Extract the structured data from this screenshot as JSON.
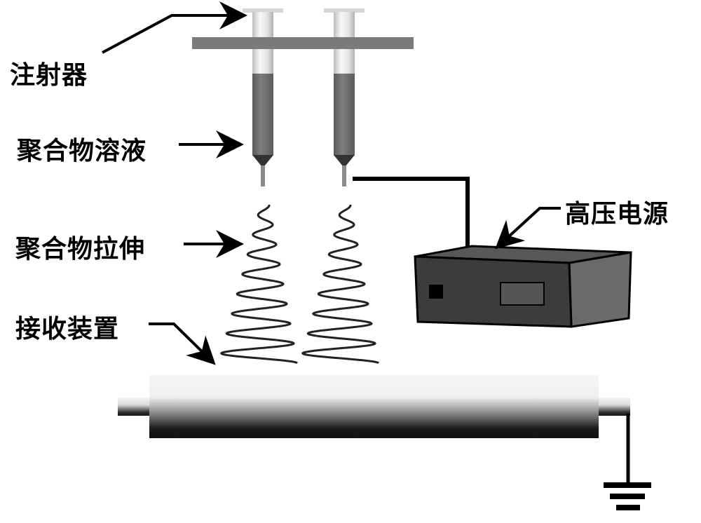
{
  "title": "Electrospinning apparatus schematic",
  "labels": {
    "syringe": "注射器",
    "polymer_solution": "聚合物溶液",
    "polymer_stretch": "聚合物拉伸",
    "collector": "接收装置",
    "high_voltage_supply": "高压电源"
  },
  "components": {
    "syringe_count": 2,
    "spiral_turns": 8
  },
  "colors": {
    "line": "#000000",
    "holder_bar": "#7a7a7a",
    "syringe_barrel": "#eeeeee",
    "polymer_fill": "#6e6e6e",
    "needle_tip": "#333333",
    "needle": "#8a8a8a",
    "power_supply_front": "#3c3c3c",
    "power_supply_top": "#585858",
    "power_supply_side": "#6a6a6a",
    "collector_top": "#f4f4f4",
    "collector_bottom": "#111111"
  }
}
